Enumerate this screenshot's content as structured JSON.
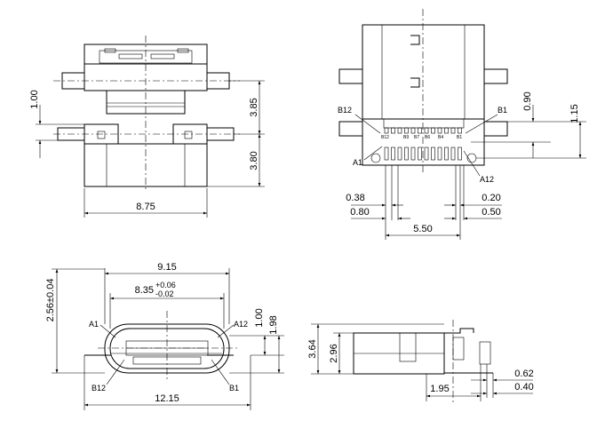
{
  "top_left_view": {
    "dim_width": "8.75",
    "dim_vertical_small": "1.00",
    "dim_upper_right": "3.85",
    "dim_lower_right": "3.80"
  },
  "top_right_view": {
    "pin_b12": "B12",
    "pin_b1": "B1",
    "pin_a1": "A1",
    "pin_a12": "A12",
    "dim_038": "0.38",
    "dim_080": "0.80",
    "dim_020": "0.20",
    "dim_050": "0.50",
    "dim_550": "5.50",
    "dim_090": "0.90",
    "dim_115": "1.15",
    "pad_labels": [
      "B12",
      "B9",
      "B7",
      "B6",
      "B4",
      "B1"
    ]
  },
  "front_view": {
    "dim_915": "9.15",
    "dim_835": "8.35",
    "tol_plus": "+0.06",
    "tol_minus": "-0.02",
    "dim_1215": "12.15",
    "dim_256": "2.56±0.04",
    "dim_100": "1.00",
    "dim_198": "1.98",
    "pin_a1": "A1",
    "pin_a12": "A12",
    "pin_b12": "B12",
    "pin_b1": "B1"
  },
  "side_view": {
    "dim_364": "3.64",
    "dim_296": "2.96",
    "dim_195": "1.95",
    "dim_062": "0.62",
    "dim_040": "0.40"
  }
}
